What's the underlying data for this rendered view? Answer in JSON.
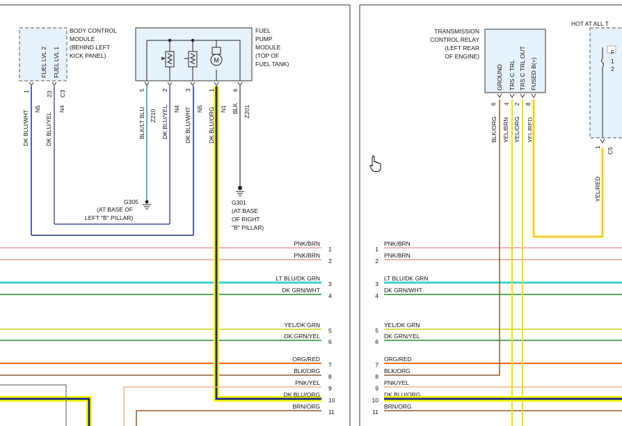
{
  "colors": {
    "pnk_brn": "#e89aa0",
    "lt_blu_dk_grn": "#3ad0d0",
    "dk_grn": "#1e8a28",
    "yel_dk_grn": "#c8d400",
    "org": "#ff6a10",
    "brn": "#8a5a2a",
    "pnk_yel": "#f0b090",
    "dk_blu": "#1b2a8a",
    "yellow_hl": "#ffff00",
    "tan": "#ffa040",
    "gray": "#555555"
  },
  "left": {
    "bcm": {
      "title": [
        "BODY CONTROL",
        "MODULE",
        "(BEHIND LEFT",
        "KICK PANEL)"
      ],
      "pins": [
        {
          "name": "FUEL LVL 2",
          "num": "1",
          "circuit": "N5",
          "wire": "DK BLU/WHT"
        },
        {
          "name": "FUEL LVL 1",
          "num": "23",
          "circuit": "N4",
          "wire": "DK BLU/YEL",
          "conn": "C3"
        }
      ]
    },
    "fpm": {
      "title": [
        "FUEL",
        "PUMP",
        "MODULE",
        "(TOP OF",
        "FUEL TANK)"
      ],
      "motor": "M",
      "pins": [
        {
          "num": "5",
          "wire": "BLK/LT BLU",
          "circuit": "Z210"
        },
        {
          "num": "2",
          "wire": "DK BLU/YEL",
          "circuit": "N4"
        },
        {
          "num": "3",
          "wire": "DK BLU/WHT",
          "circuit": "N5"
        },
        {
          "num": "1",
          "wire": "DK BLU/ORG",
          "circuit": "N1"
        },
        {
          "num": "6",
          "wire": "BLK",
          "circuit": "Z201"
        }
      ]
    },
    "g305": [
      "G305",
      "(AT BASE OF",
      "LEFT \"B\" PILLAR)"
    ],
    "g301": [
      "G301",
      "(AT BASE",
      "OF RIGHT",
      "\"B\" PILLAR)"
    ]
  },
  "bus": [
    {
      "num": "1",
      "label": "PNK/BRN"
    },
    {
      "num": "2",
      "label": "PNK/BRN"
    },
    {
      "num": "3",
      "label": "LT BLU/DK GRN"
    },
    {
      "num": "4",
      "label": "DK GRN/WHT"
    },
    {
      "num": "5",
      "label": "YEL/DK GRN"
    },
    {
      "num": "6",
      "label": "DK GRN/YEL"
    },
    {
      "num": "7",
      "label": "ORG/RED"
    },
    {
      "num": "8",
      "label": "BLK/ORG"
    },
    {
      "num": "9",
      "label": "PNK/YEL"
    },
    {
      "num": "10",
      "label": "DK BLU/ORG"
    },
    {
      "num": "11",
      "label": "BRN/ORG"
    }
  ],
  "right": {
    "tcr": {
      "title": [
        "TRANSMISSION",
        "CONTROL RELAY",
        "(LEFT REAR",
        "OF ENGINE)"
      ],
      "pins": [
        {
          "name": "GROUND",
          "num": "6",
          "wire": "BLK/ORG"
        },
        {
          "name": "TRS C TRL",
          "num": "4",
          "wire": "YEL/BRN"
        },
        {
          "name": "TRS C TRL OUT",
          "num": "2",
          "wire": "YEL/ORG"
        },
        {
          "name": "FUSED B(+)",
          "num": "8",
          "wire": "YEL/RED"
        }
      ]
    },
    "hot": {
      "title": "HOT AT ALL T",
      "pin_num": "1",
      "conn": "C5",
      "wire": "YEL/RED",
      "chars": [
        "F",
        "1",
        "2"
      ]
    }
  }
}
